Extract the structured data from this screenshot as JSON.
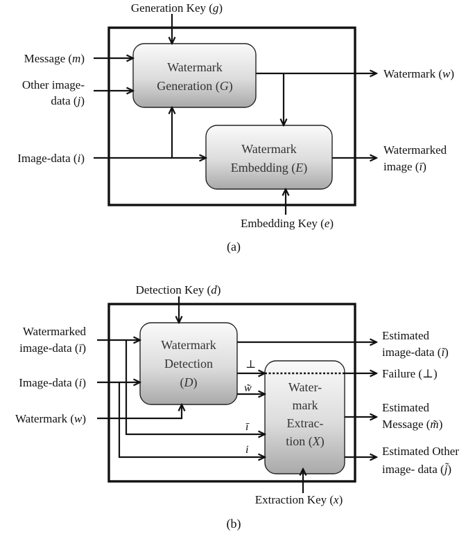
{
  "diagram_a": {
    "caption": "(a)",
    "generation_key": {
      "text": "Generation Key (",
      "var": "g",
      "end": ")"
    },
    "message": {
      "text": "Message (",
      "var": "m",
      "end": ")"
    },
    "other_line1": "Other image-",
    "other_line2": {
      "text": "data (",
      "var": "j",
      "end": ")"
    },
    "image_data": {
      "text": "Image-data (",
      "var": "i",
      "end": ")"
    },
    "gen_box": {
      "line1": "Watermark",
      "line2": {
        "text": "Generation (",
        "var": "G",
        "end": ")"
      }
    },
    "emb_box": {
      "line1": "Watermark",
      "line2": {
        "text": "Embedding (",
        "var": "E",
        "end": ")"
      }
    },
    "watermark_out": {
      "text": "Watermark (",
      "var": "w",
      "end": ")"
    },
    "watermarked_line1": "Watermarked",
    "watermarked_line2": {
      "text": "image (",
      "var": "ī",
      "end": ")"
    },
    "embedding_key": {
      "text": "Embedding Key (",
      "var": "e",
      "end": ")"
    }
  },
  "diagram_b": {
    "caption": "(b)",
    "detection_key": {
      "text": "Detection Key (",
      "var": "d",
      "end": ")"
    },
    "wm_in_line1": "Watermarked",
    "wm_in_line2": {
      "text": "image-data (",
      "var": "ī",
      "end": ")"
    },
    "image_data": {
      "text": "Image-data (",
      "var": "i",
      "end": ")"
    },
    "watermark_in": {
      "text": "Watermark (",
      "var": "w",
      "end": ")"
    },
    "det_box": {
      "line1": "Watermark",
      "line2": "Detection",
      "line3": {
        "text": "(",
        "var": "D",
        "end": ")"
      }
    },
    "ext_box": {
      "line1": "Water-",
      "line2": "mark",
      "line3": "Extrac-",
      "line4": {
        "text": "tion (",
        "var": "X",
        "end": ")"
      }
    },
    "sym_perp": "⊥",
    "sym_w": "w̃",
    "sym_ibar": "ī",
    "sym_i": "i",
    "out1_line1": "Estimated",
    "out1_line2": {
      "text": "image-data (",
      "var": "ĩ",
      "end": ")"
    },
    "failure": "Failure (⊥)",
    "out3_line1": "Estimated",
    "out3_line2": {
      "text": "Message (",
      "var": "m̃",
      "end": ")"
    },
    "out4_line1": "Estimated Other",
    "out4_line2": {
      "text": "image- data (",
      "var": "j̃",
      "end": ")"
    },
    "extraction_key": {
      "text": "Extraction Key (",
      "var": "x",
      "end": ")"
    }
  }
}
